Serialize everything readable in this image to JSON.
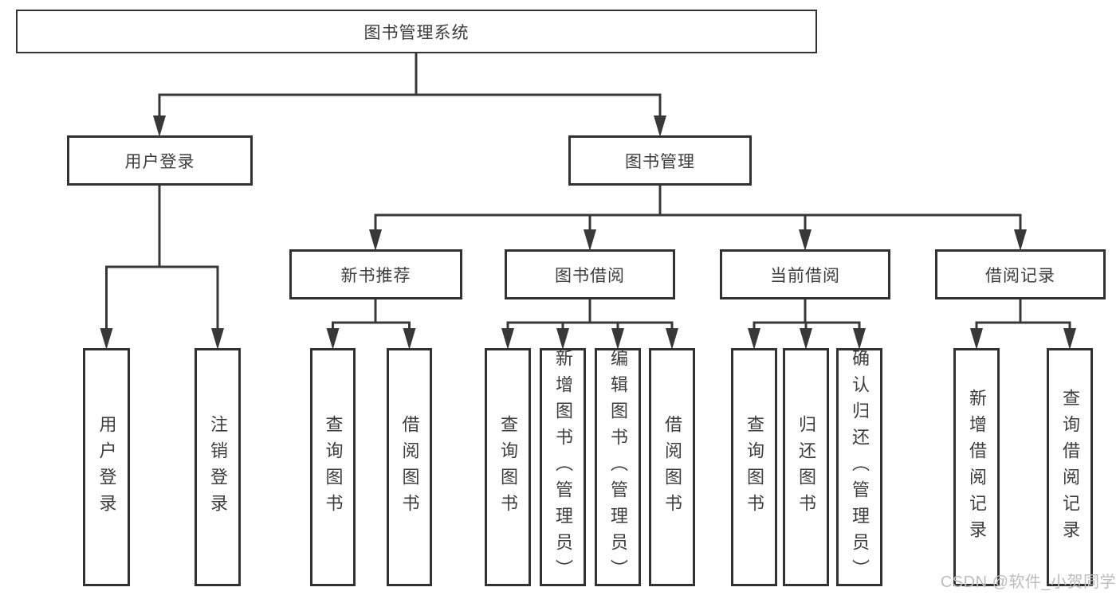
{
  "diagram": {
    "root": {
      "label": "图书管理系统"
    },
    "branches": [
      {
        "label": "用户登录",
        "children": [
          {
            "label": "用户登录"
          },
          {
            "label": "注销登录"
          }
        ]
      },
      {
        "label": "图书管理",
        "children": [
          {
            "label": "新书推荐",
            "children": [
              {
                "label": "查询图书"
              },
              {
                "label": "借阅图书"
              }
            ]
          },
          {
            "label": "图书借阅",
            "children": [
              {
                "label": "查询图书"
              },
              {
                "label": "新增图书（管理员）"
              },
              {
                "label": "编辑图书（管理员）"
              },
              {
                "label": "借阅图书"
              }
            ]
          },
          {
            "label": "当前借阅",
            "children": [
              {
                "label": "查询图书"
              },
              {
                "label": "归还图书"
              },
              {
                "label": "确认归还（管理员）"
              }
            ]
          },
          {
            "label": "借阅记录",
            "children": [
              {
                "label": "新增借阅记录"
              },
              {
                "label": "查询借阅记录"
              }
            ]
          }
        ]
      }
    ],
    "watermark": "CSDN @软件_小贺同学",
    "colors": {
      "line": "#383838",
      "border": "#323232",
      "text": "#3d3d3d",
      "watermark": "#bcbcbc",
      "background": "#ffffff"
    }
  }
}
